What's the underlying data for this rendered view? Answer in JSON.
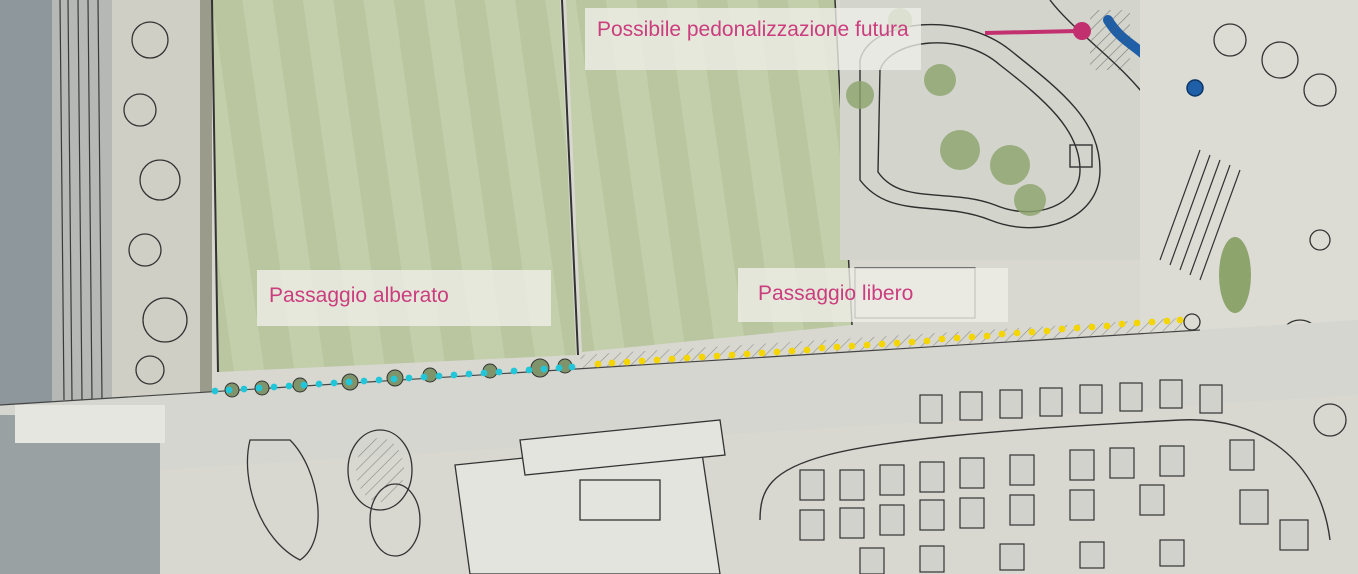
{
  "labels": {
    "future_pedestrian": "Possibile pedonalizzazione futura",
    "tree_passage": "Passaggio alberato",
    "free_passage": "Passaggio libero"
  },
  "colors": {
    "label_text": "#cc3d7f",
    "tree_passage_dots": "#22c6d9",
    "free_passage_dots": "#f5d500",
    "future_marker": "#c2306f",
    "blue_marker": "#1f5fa8",
    "field_green": "#bcc8a4",
    "road": "#dcdcd6",
    "water": "#8a9399"
  },
  "icons": {
    "future_marker": "magenta-pin-icon",
    "blue_marker": "blue-dot-icon",
    "trees": "tree-icon"
  }
}
